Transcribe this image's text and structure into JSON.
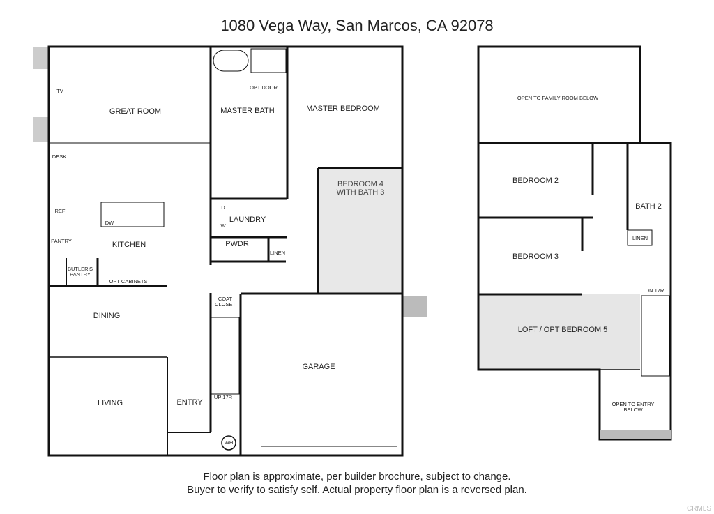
{
  "title": "1080 Vega Way, San Marcos, CA 92078",
  "footer": {
    "line1": "Floor plan is approximate, per builder brochure, subject to change.",
    "line2": "Buyer to verify to satisfy self. Actual property floor plan is a reversed plan."
  },
  "watermark": "CRMLS",
  "first_floor": {
    "great_room": "GREAT ROOM",
    "tv": "TV",
    "master_bath": "MASTER BATH",
    "opt_door": "OPT DOOR",
    "master_bedroom": "MASTER BEDROOM",
    "bedroom4": "BEDROOM 4",
    "bath3": "WITH BATH 3",
    "desk": "DESK",
    "ref": "REF",
    "dw": "DW",
    "pantry": "PANTRY",
    "kitchen": "KITCHEN",
    "laundry": "LAUNDRY",
    "dryer": "D",
    "washer": "W",
    "pwdr": "PWDR",
    "linen": "LINEN",
    "butlers": "BUTLER'S",
    "pantry2": "PANTRY",
    "opt_cabinets": "OPT CABINETS",
    "coat": "COAT",
    "closet": "CLOSET",
    "dining": "DINING",
    "garage": "GARAGE",
    "living": "LIVING",
    "entry": "ENTRY",
    "up": "UP 17R",
    "wh": "WH"
  },
  "second_floor": {
    "open_family": "OPEN TO FAMILY ROOM BELOW",
    "bedroom2": "BEDROOM 2",
    "bath2": "BATH 2",
    "linen": "LINEN",
    "bedroom3": "BEDROOM 3",
    "dn": "DN 17R",
    "loft": "LOFT / OPT BEDROOM 5",
    "open_entry1": "OPEN TO ENTRY",
    "open_entry2": "BELOW"
  }
}
